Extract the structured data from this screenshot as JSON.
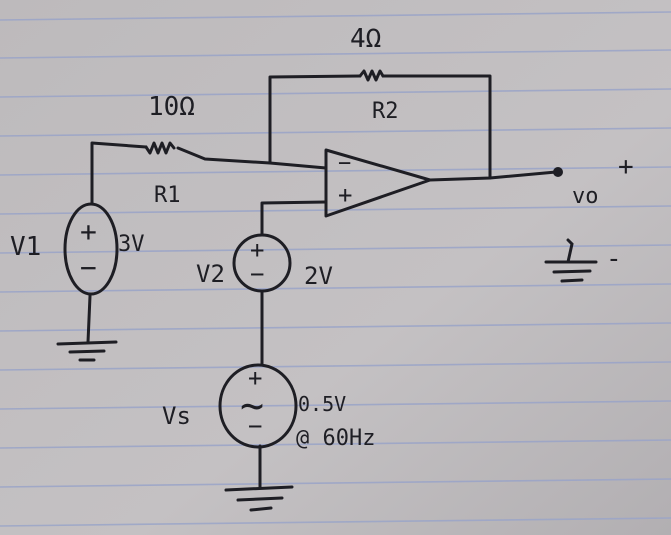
{
  "circuit": {
    "r2_value": "4Ω",
    "r2_name": "R2",
    "r1_value": "10Ω",
    "r1_name": "R1",
    "v1_name": "V1",
    "v1_value": "3V",
    "v2_name": "V2",
    "v2_value": "2V",
    "vs_name": "Vs",
    "vs_amplitude": "0.5V",
    "vs_frequency": "@ 60Hz",
    "vo_name": "vo",
    "vo_plus": "+",
    "vo_minus": "-",
    "opamp_minus": "−",
    "opamp_plus": "+",
    "source_plus": "+",
    "source_minus": "−",
    "ac_symbol": "~"
  },
  "colors": {
    "ink": "#1e1e24",
    "paper": "#bdbabc",
    "rule_line": "#9aa4c8"
  }
}
